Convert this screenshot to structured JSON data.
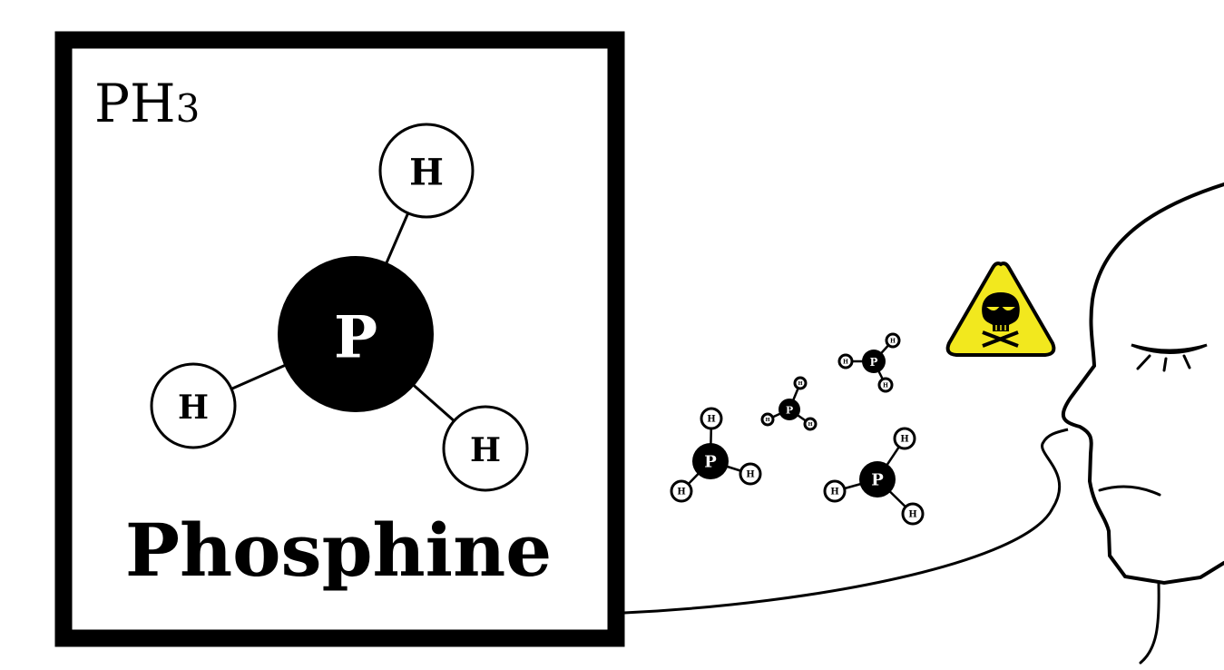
{
  "formula": {
    "base": "PH",
    "subscript": "3"
  },
  "name": "Phosphine",
  "atoms": {
    "central": "P",
    "outer": "H"
  },
  "colors": {
    "ink": "#000000",
    "background": "#ffffff",
    "warning": "#f2e81e"
  },
  "icons": [
    "skull-warning-icon",
    "face-profile-icon"
  ]
}
